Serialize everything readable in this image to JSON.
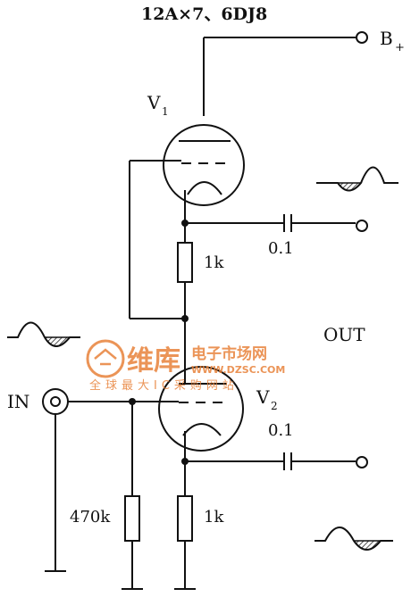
{
  "title": "12A×7、6DJ8",
  "labels": {
    "b_plus": "B",
    "b_plus_sub": "+",
    "v1": "V",
    "v1_sub": "1",
    "v2": "V",
    "v2_sub": "2",
    "in": "IN",
    "out": "OUT",
    "cap_top": "0.1",
    "cap_bottom": "0.1",
    "r_top": "1k",
    "r_bottom_right": "1k",
    "r_bottom_left": "470k"
  },
  "watermark": {
    "brand": "维库",
    "subtitle": "电子市场网",
    "url": "WWW.DZSC.COM",
    "tagline": "全球最大IC采购网站",
    "color": "#e8823a"
  },
  "colors": {
    "ink": "#111111",
    "hatch": "#222222"
  }
}
